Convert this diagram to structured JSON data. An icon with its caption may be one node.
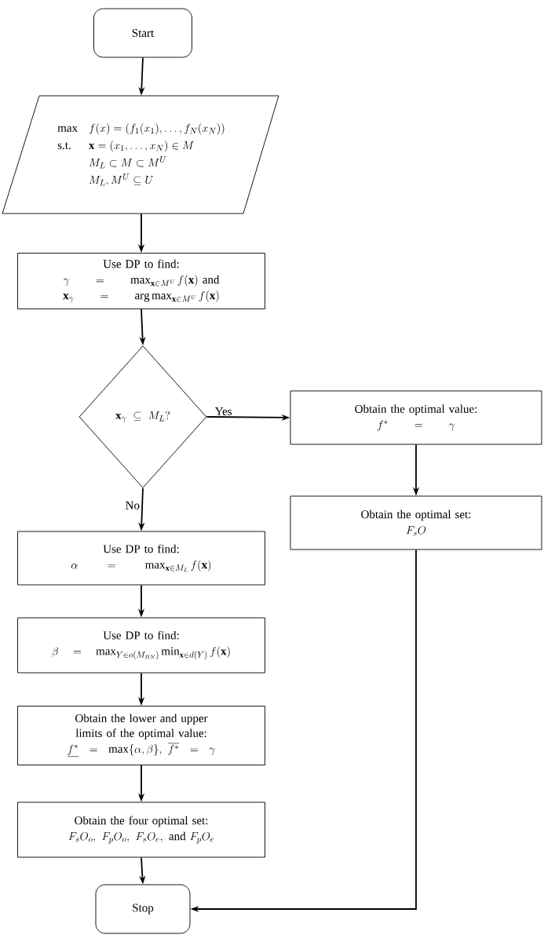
{
  "diagram": {
    "nodes": [
      {
        "text": [
          "Start"
        ]
      },
      {
        "text": [
          "max",
          "f(x) = (f_1(x_1), \\ldots, f_N(x_N))",
          "s.t.",
          "\\mathbf{x} = (x_1, \\ldots, x_N) \\in M",
          "M_L \\subset M \\subset M^U",
          "M_L, M^U \\subseteq U"
        ]
      },
      {
        "text": [
          "Use DP to find:",
          "\\gamma \\;\\;=\\;\\; \\max\\nolimits_{\\mathbf{x}\\in M^U} f(\\mathbf{x}) \\text{ and}",
          "\\mathbf{x}_\\gamma \\;\\;=\\;\\; \\arg\\max\\nolimits_{\\mathbf{x}\\in M^U} f(\\mathbf{x})"
        ]
      },
      {
        "text": [
          "\\mathbf{x}_\\gamma \\;\\subseteq\\; M_L?"
        ]
      },
      {
        "text": [
          "Obtain the optimal value:",
          "f^* \\quad = \\quad \\gamma"
        ]
      },
      {
        "text": [
          "Obtain the optimal set:",
          "F_sO"
        ]
      },
      {
        "text": [
          "Use DP to find:",
          "\\alpha \\;\\;=\\;\\; \\max\\nolimits_{\\mathbf{x}\\in M_L} f(\\mathbf{x})"
        ]
      },
      {
        "text": [
          "Use DP to find:",
          "\\beta \\;=\\; \\max\\nolimits_{Y\\in o(M_{BN})} \\min\\nolimits_{\\mathbf{x}\\in d(Y)} f(\\mathbf{x})"
        ]
      },
      {
        "text": [
          "Obtain the lower and upper limits of the optimal value:",
          "\\underline{f^*} \\;=\\; \\max\\{\\alpha,\\beta\\},\\ \\overline{f^*} \\;=\\; \\gamma"
        ]
      },
      {
        "text": [
          "Obtain the four optimal set:",
          "F_sO_o,\\ F_pO_o,\\ F_sO_e, \\text{ and } F_pO_e"
        ]
      },
      {
        "text": [
          "Stop"
        ]
      }
    ],
    "edges": [
      {
        "from": 0,
        "to": 1,
        "arrow": "to"
      },
      {
        "from": 1,
        "to": 2,
        "arrow": "to"
      },
      {
        "from": 2,
        "to": 3,
        "arrow": "to"
      },
      {
        "from": 3,
        "to": 4,
        "label": "Yes",
        "arrow": "to"
      },
      {
        "from": 4,
        "to": 5,
        "arrow": "to"
      },
      {
        "from": 3,
        "to": 6,
        "label": "No",
        "arrow": "to"
      },
      {
        "from": 6,
        "to": 7,
        "arrow": "to"
      },
      {
        "from": 7,
        "to": 8,
        "arrow": "to"
      },
      {
        "from": 8,
        "to": 9,
        "arrow": "to"
      },
      {
        "from": 9,
        "to": 10,
        "arrow": "to"
      },
      {
        "from": 5,
        "to": 10,
        "arrow": "to"
      }
    ]
  }
}
